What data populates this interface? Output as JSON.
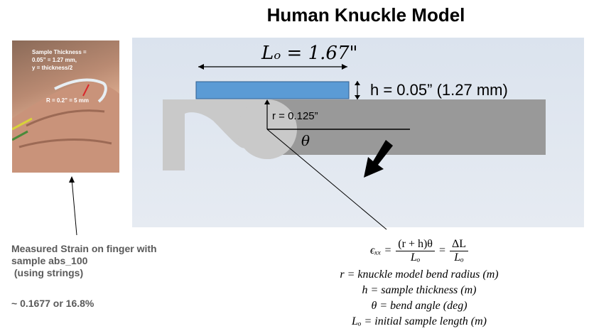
{
  "title": "Human Knuckle Model",
  "photo": {
    "note_lines": [
      "Sample Thickness =",
      "0.05” = 1.27 mm,",
      "y = thickness/2"
    ],
    "radius_note": "R = 0.2” = 5 mm"
  },
  "strain_caption": {
    "lines": [
      "Measured Strain on finger with",
      "sample abs_100",
      " (using strings)"
    ],
    "value": "~ 0.1677 or 16.8%"
  },
  "model": {
    "lo_label": "Lₒ = 1.67\"",
    "h_label": "h = 0.05” (1.27 mm)",
    "r_label": "r = 0.125”",
    "theta_label": "θ",
    "colors": {
      "panel": "#dfe6ef",
      "knuckle_light": "#c9c9c9",
      "knuckle_dark": "#999999",
      "sample": "#5b9bd5"
    }
  },
  "formula": {
    "lhs": "ϵₓₓ =",
    "frac1_num": "(r + h)θ",
    "frac1_den": "Lₒ",
    "eq2": "=",
    "frac2_num": "ΔL",
    "frac2_den": "Lₒ",
    "defs": [
      "r = knuckle model bend radius (m)",
      "h = sample thickness (m)",
      "θ = bend angle (deg)",
      "Lₒ = initial sample length (m)"
    ]
  }
}
